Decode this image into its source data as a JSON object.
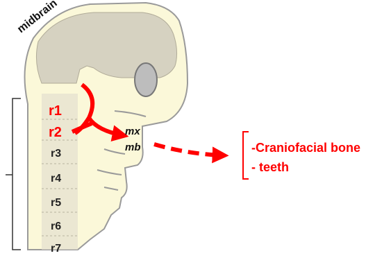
{
  "labels": {
    "midbrain": "midbrain",
    "rhombomeres": [
      "r1",
      "r2",
      "r3",
      "r4",
      "r5",
      "r6",
      "r7"
    ],
    "mx": "mx",
    "mb": "mb",
    "outputs": [
      "-Craniofacial bone",
      "- teeth"
    ]
  },
  "colors": {
    "migration": "#ff0000",
    "embryo_fill": "#fbf8d9",
    "brain_fill": "#d6d2c1",
    "eye_fill": "#bdbdbd",
    "outline": "#8e8e8e",
    "rhombomere_label": "#222222",
    "highlight_label": "#ff0000"
  }
}
